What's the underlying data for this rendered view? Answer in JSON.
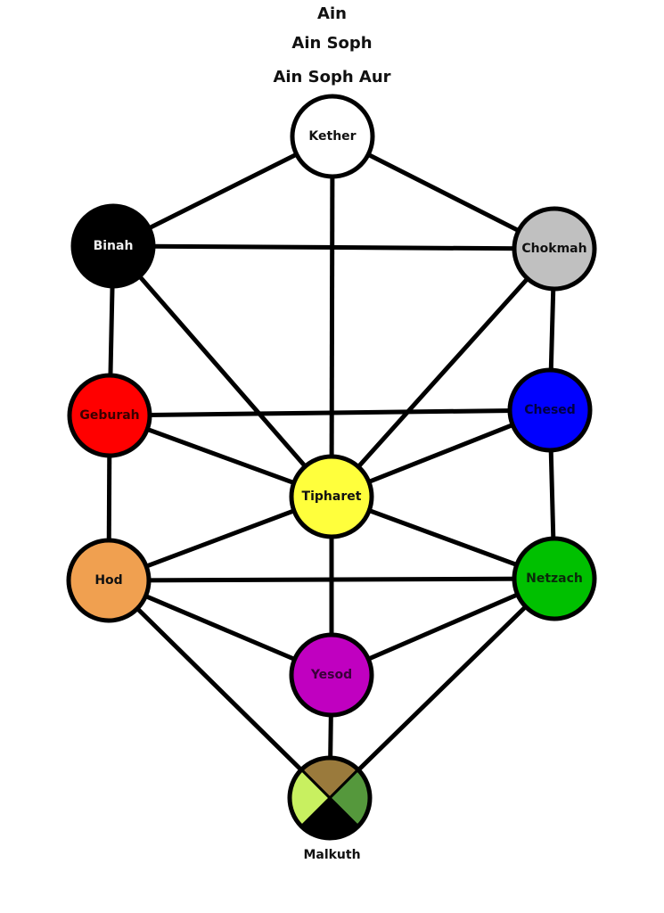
{
  "titles": [
    "Ain",
    "Ain Soph",
    "Ain Soph Aur"
  ],
  "sephirot": [
    {
      "id": "kether",
      "label": "Kether",
      "fill": "#ffffff",
      "text_color": "#111111"
    },
    {
      "id": "binah",
      "label": "Binah",
      "fill": "#000000",
      "text_color": "#f0f0f0"
    },
    {
      "id": "chokmah",
      "label": "Chokmah",
      "fill": "#c0c0c0",
      "text_color": "#111111"
    },
    {
      "id": "geburah",
      "label": "Geburah",
      "fill": "#ff0000",
      "text_color": "#3a0000"
    },
    {
      "id": "chesed",
      "label": "Chesed",
      "fill": "#0000ff",
      "text_color": "#000044"
    },
    {
      "id": "tipharet",
      "label": "Tipharet",
      "fill": "#ffff3c",
      "text_color": "#111111"
    },
    {
      "id": "hod",
      "label": "Hod",
      "fill": "#f0a050",
      "text_color": "#111111"
    },
    {
      "id": "netzach",
      "label": "Netzach",
      "fill": "#00c000",
      "text_color": "#0a2a0a"
    },
    {
      "id": "yesod",
      "label": "Yesod",
      "fill": "#c000c0",
      "text_color": "#3a003a"
    },
    {
      "id": "malkuth",
      "label": "Malkuth",
      "quarters": {
        "top": "#9a7a3c",
        "right": "#55983c",
        "bottom": "#000000",
        "left": "#c8f060"
      }
    }
  ],
  "paths": [
    [
      "kether",
      "binah"
    ],
    [
      "kether",
      "chokmah"
    ],
    [
      "kether",
      "tipharet"
    ],
    [
      "binah",
      "chokmah"
    ],
    [
      "binah",
      "geburah"
    ],
    [
      "binah",
      "tipharet"
    ],
    [
      "chokmah",
      "chesed"
    ],
    [
      "chokmah",
      "tipharet"
    ],
    [
      "geburah",
      "chesed"
    ],
    [
      "geburah",
      "tipharet"
    ],
    [
      "geburah",
      "hod"
    ],
    [
      "chesed",
      "tipharet"
    ],
    [
      "chesed",
      "netzach"
    ],
    [
      "tipharet",
      "hod"
    ],
    [
      "tipharet",
      "netzach"
    ],
    [
      "tipharet",
      "yesod"
    ],
    [
      "hod",
      "netzach"
    ],
    [
      "hod",
      "yesod"
    ],
    [
      "hod",
      "malkuth"
    ],
    [
      "netzach",
      "yesod"
    ],
    [
      "netzach",
      "malkuth"
    ],
    [
      "yesod",
      "malkuth"
    ]
  ],
  "stroke_color": "#000000"
}
